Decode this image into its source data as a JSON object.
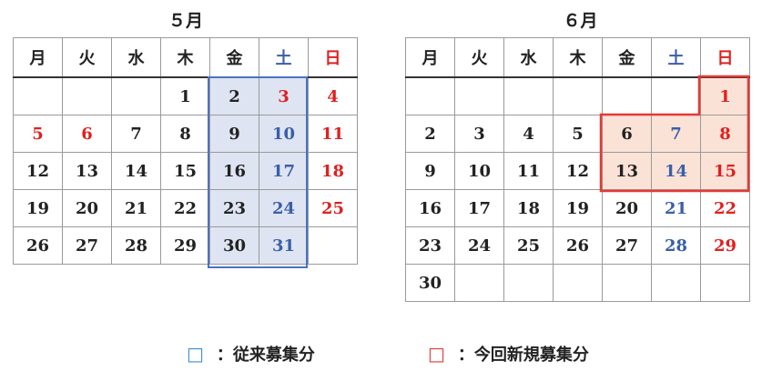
{
  "may": {
    "title": "５月",
    "weekdays": [
      "月",
      "火",
      "水",
      "木",
      "金",
      "土",
      "日"
    ],
    "rows": [
      [
        "",
        "",
        "",
        "1",
        "2",
        "3",
        "4"
      ],
      [
        "5",
        "6",
        "7",
        "8",
        "9",
        "10",
        "11"
      ],
      [
        "12",
        "13",
        "14",
        "15",
        "16",
        "17",
        "18"
      ],
      [
        "19",
        "20",
        "21",
        "22",
        "23",
        "24",
        "25"
      ],
      [
        "26",
        "27",
        "28",
        "29",
        "30",
        "31",
        ""
      ]
    ],
    "red_days": [
      "3",
      "4",
      "5",
      "6",
      "11",
      "18",
      "25"
    ],
    "blue_days": [
      "10",
      "17",
      "24",
      "31"
    ],
    "highlight_blue": [
      "2",
      "3",
      "9",
      "10",
      "16",
      "17",
      "23",
      "24",
      "30",
      "31"
    ]
  },
  "june": {
    "title": "６月",
    "weekdays": [
      "月",
      "火",
      "水",
      "木",
      "金",
      "土",
      "日"
    ],
    "rows": [
      [
        "",
        "",
        "",
        "",
        "",
        "",
        "1"
      ],
      [
        "2",
        "3",
        "4",
        "5",
        "6",
        "7",
        "8"
      ],
      [
        "9",
        "10",
        "11",
        "12",
        "13",
        "14",
        "15"
      ],
      [
        "16",
        "17",
        "18",
        "19",
        "20",
        "21",
        "22"
      ],
      [
        "23",
        "24",
        "25",
        "26",
        "27",
        "28",
        "29"
      ],
      [
        "30",
        "",
        "",
        "",
        "",
        "",
        ""
      ]
    ],
    "red_days": [
      "1",
      "8",
      "15",
      "22",
      "29"
    ],
    "blue_days": [
      "7",
      "14",
      "21",
      "28"
    ],
    "highlight_red": [
      "1",
      "6",
      "7",
      "8",
      "13",
      "14",
      "15"
    ]
  },
  "legend": {
    "blue_symbol": "□",
    "blue_label": "：従来募集分",
    "red_symbol": "□",
    "red_label": "：今回新規募集分"
  },
  "colors": {
    "red": "#e02020",
    "blue": "#3a5fa8",
    "highlight_blue": "#dfe4f2",
    "highlight_red": "#fbe2d6",
    "blue_border": "#4a72c4",
    "red_border": "#e53935"
  }
}
